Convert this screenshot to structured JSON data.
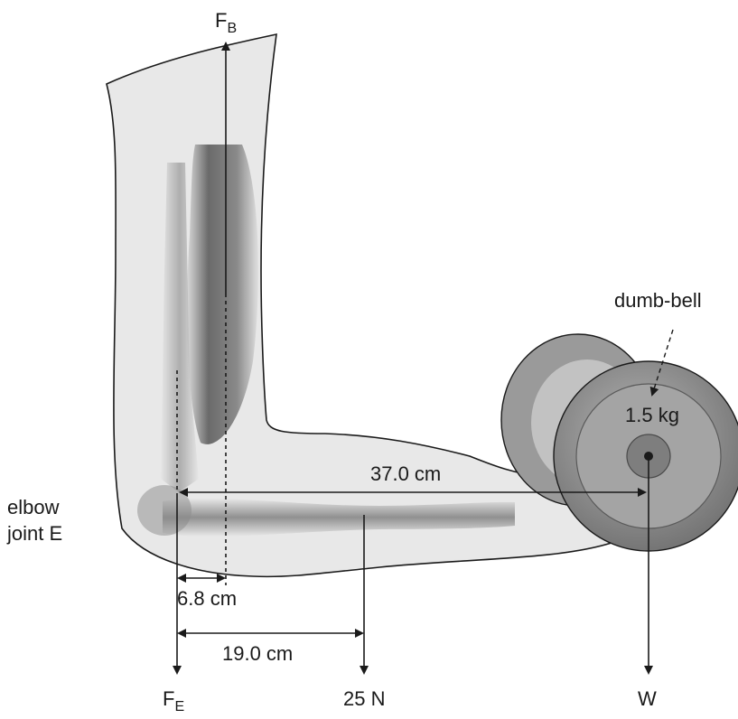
{
  "labels": {
    "fb_main": "F",
    "fb_sub": "B",
    "fe_main": "F",
    "fe_sub": "E",
    "weight_force": "25 N",
    "w_force": "W",
    "dumbbell": "dumb-bell",
    "mass": "1.5 kg",
    "elbow_line1": "elbow",
    "elbow_line2": "joint E",
    "dist_fb": "6.8 cm",
    "dist_weight": "19.0 cm",
    "dist_w": "37.0 cm"
  },
  "colors": {
    "arm_fill": "#e8e8e8",
    "outline": "#1a1a1a",
    "muscle_dark": "#6e6e6e",
    "plate_outer": "#8a8a8a",
    "plate_inner": "#a9a9a9"
  }
}
